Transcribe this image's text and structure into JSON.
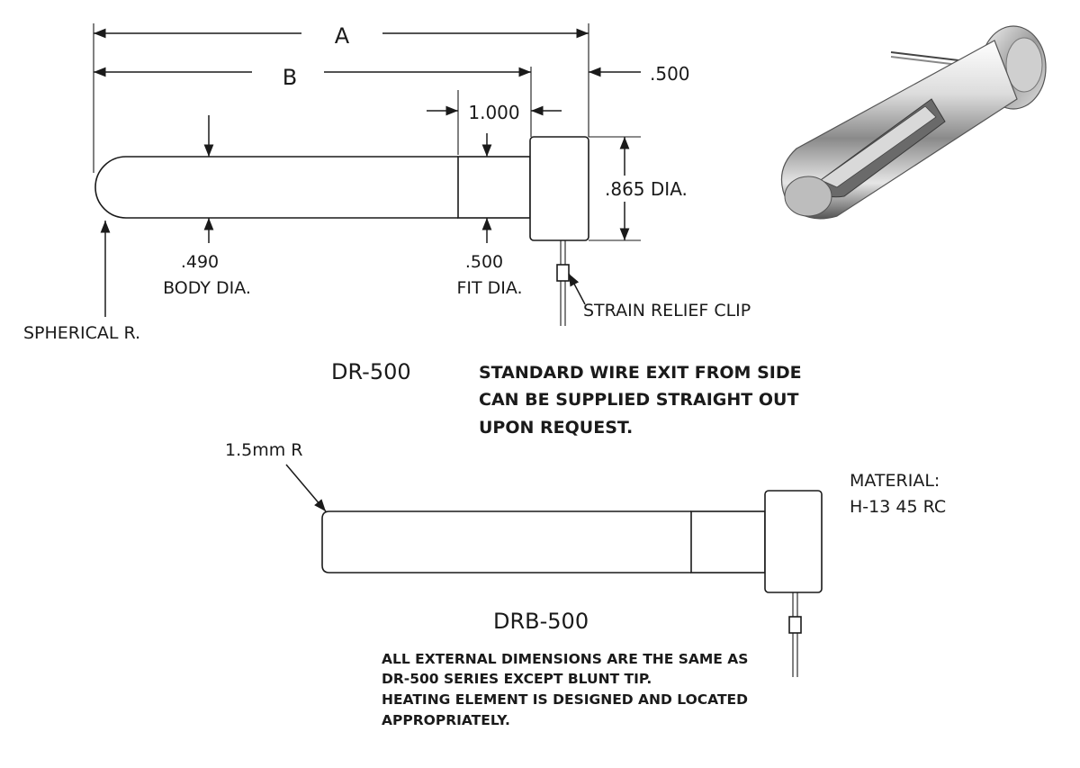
{
  "dr500": {
    "dim_a": "A",
    "dim_b": "B",
    "dim_500_top": ".500",
    "dim_1000": "1.000",
    "dim_865": ".865 DIA.",
    "dim_490": ".490",
    "body_dia": "BODY DIA.",
    "dim_500_fit": ".500",
    "fit_dia": "FIT DIA.",
    "strain_relief": "STRAIN RELIEF CLIP",
    "spherical": "SPHERICAL R.",
    "model": "DR-500",
    "note_lines": [
      "STANDARD WIRE EXIT FROM SIDE",
      "CAN BE SUPPLIED STRAIGHT OUT",
      "UPON REQUEST."
    ]
  },
  "drb500": {
    "radius": "1.5mm R",
    "material_label": "MATERIAL:",
    "material_value": "H-13   45 RC",
    "model": "DRB-500",
    "note_lines": [
      "ALL EXTERNAL DIMENSIONS ARE THE SAME AS",
      "DR-500 SERIES EXCEPT BLUNT TIP.",
      "HEATING ELEMENT IS DESIGNED AND LOCATED",
      "APPROPRIATELY."
    ]
  },
  "colors": {
    "ink": "#1a1a1a",
    "paper": "#ffffff",
    "metal_light": "#f2f2f2",
    "metal_dark": "#4a4a4a"
  }
}
